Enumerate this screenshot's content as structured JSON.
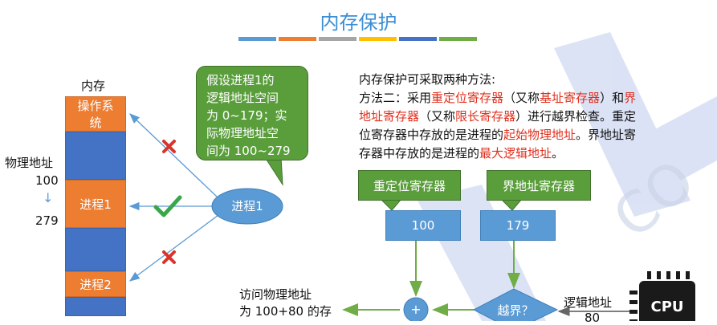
{
  "title": "内存保护",
  "stripe_colors": [
    "#5b9bd5",
    "#ed7d31",
    "#a5a5a5",
    "#ffc000",
    "#4472c4",
    "#70ad47"
  ],
  "memory": {
    "label": "内存",
    "blocks": [
      "操作系统",
      "",
      "进程1",
      "",
      "进程2",
      ""
    ],
    "phys_label": "物理地址",
    "range_start": "100",
    "arrow_down": "↓",
    "range_end": "279"
  },
  "bubble_text": [
    "假设进程1的",
    "逻辑地址空间",
    "为 0~179；实",
    "际物理地址空",
    "间为 100~279"
  ],
  "process_ellipse": "进程1",
  "methods": {
    "line1": "内存保护可采取两种方法:",
    "line2_a": "方法二：采用",
    "line2_b": "重定位寄存器",
    "line2_c": "（又称",
    "line2_d": "基址寄存器",
    "line2_e": "）和",
    "line2_f": "界",
    "line3_a": "地址寄存器",
    "line3_b": "（又称",
    "line3_c": "限长寄存器",
    "line3_d": "）进行越界检查。重定",
    "line4_a": "位寄存器中存放的是进程的",
    "line4_b": "起始物理地址",
    "line4_c": "。界地址寄",
    "line5_a": "存器中存放的是进程的",
    "line5_b": "最大逻辑地址",
    "line5_c": "。"
  },
  "registers": {
    "relocation_label": "重定位寄存器",
    "limit_label": "界地址寄存器",
    "relocation_value": "100",
    "limit_value": "179"
  },
  "flow": {
    "plus": "+",
    "check": "越界？",
    "access_line1": "访问物理地址",
    "access_line2": "为 100+80 的存",
    "logical_label": "逻辑地址",
    "logical_value": "80",
    "cpu": "CPU"
  }
}
